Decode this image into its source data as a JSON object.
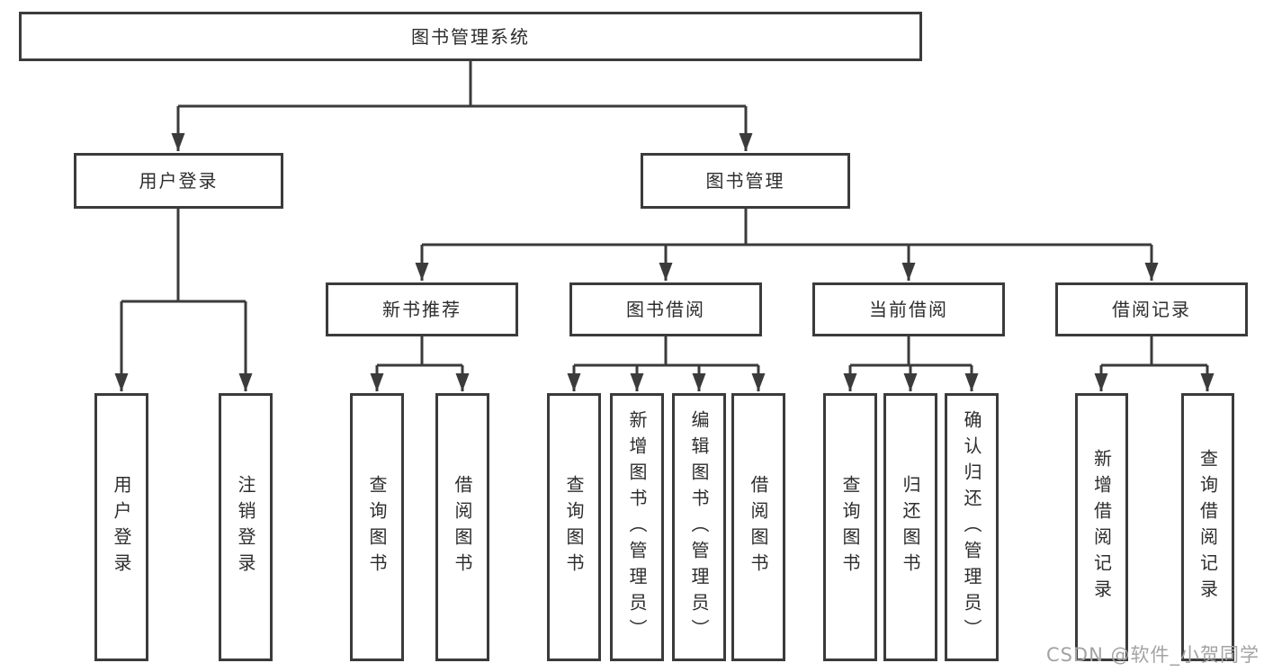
{
  "diagram": {
    "type": "tree",
    "tree": {
      "label": "图书管理系统",
      "children": [
        {
          "label": "用户登录",
          "children": [
            {
              "label": "用户登录"
            },
            {
              "label": "注销登录"
            }
          ]
        },
        {
          "label": "图书管理",
          "children": [
            {
              "label": "新书推荐",
              "children": [
                {
                  "label": "查询图书"
                },
                {
                  "label": "借阅图书"
                }
              ]
            },
            {
              "label": "图书借阅",
              "children": [
                {
                  "label": "查询图书"
                },
                {
                  "label": "新增图书（管理员）"
                },
                {
                  "label": "编辑图书（管理员）"
                },
                {
                  "label": "借阅图书"
                }
              ]
            },
            {
              "label": "当前借阅",
              "children": [
                {
                  "label": "查询图书"
                },
                {
                  "label": "归还图书"
                },
                {
                  "label": "确认归还（管理员）"
                }
              ]
            },
            {
              "label": "借阅记录",
              "children": [
                {
                  "label": "新增借阅记录"
                },
                {
                  "label": "查询借阅记录"
                }
              ]
            }
          ]
        }
      ]
    },
    "colors": {
      "line": "#3b3b3b",
      "box_border": "#3b3b3b",
      "box_fill": "#ffffff",
      "text": "#2d2d2d",
      "watermark": "#a3a3a3"
    }
  },
  "watermark": {
    "text": "CSDN @软件_小贺同学"
  }
}
